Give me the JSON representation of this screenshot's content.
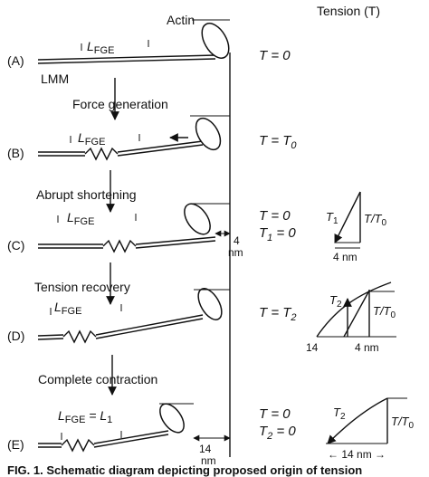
{
  "header": {
    "tension": "Tension (T)"
  },
  "labels": {
    "actin": "Actin",
    "lmm": "LMM"
  },
  "panels": [
    {
      "id": "(A)",
      "lfge": "L",
      "lfge_sub": "FGE",
      "eq1": "T = 0"
    },
    {
      "id": "(B)",
      "lfge": "L",
      "lfge_sub": "FGE",
      "eq1": "T = T",
      "eq1_sub": "0"
    },
    {
      "id": "(C)",
      "lfge": "L",
      "lfge_sub": "FGE",
      "eq1": "T = 0",
      "eq2": "T",
      "eq2_sub": "1",
      "eq2_rest": " = 0",
      "step_nm": "4",
      "step_unit": "nm"
    },
    {
      "id": "(D)",
      "lfge": "L",
      "lfge_sub": "FGE",
      "eq1": "T = T",
      "eq1_sub": "2"
    },
    {
      "id": "(E)",
      "lfge": "L",
      "lfge_sub": "FGE",
      "lfge_eq": " = L",
      "lfge_eq_sub": "1",
      "eq1": "T = 0",
      "eq2": "T",
      "eq2_sub": "2",
      "eq2_rest": " = 0",
      "step_nm": "14",
      "step_unit": "nm"
    }
  ],
  "steps": [
    "Force   generation",
    "Abrupt   shortening",
    "Tension   recovery",
    "Complete   contraction"
  ],
  "graphs": {
    "c": {
      "t1": "T",
      "t1_sub": "1",
      "ratio": "T/T",
      "ratio_sub": "0",
      "xlabel": "4 nm"
    },
    "d": {
      "t2": "T",
      "t2_sub": "2",
      "ratio": "T/T",
      "ratio_sub": "0",
      "left": "14",
      "xlabel": "4 nm"
    },
    "e": {
      "t2": "T",
      "t2_sub": "2",
      "ratio": "T/T",
      "ratio_sub": "0",
      "xlabel": "← 14 nm →"
    }
  },
  "caption": "FIG. 1.  Schematic diagram depicting proposed origin of tension"
}
